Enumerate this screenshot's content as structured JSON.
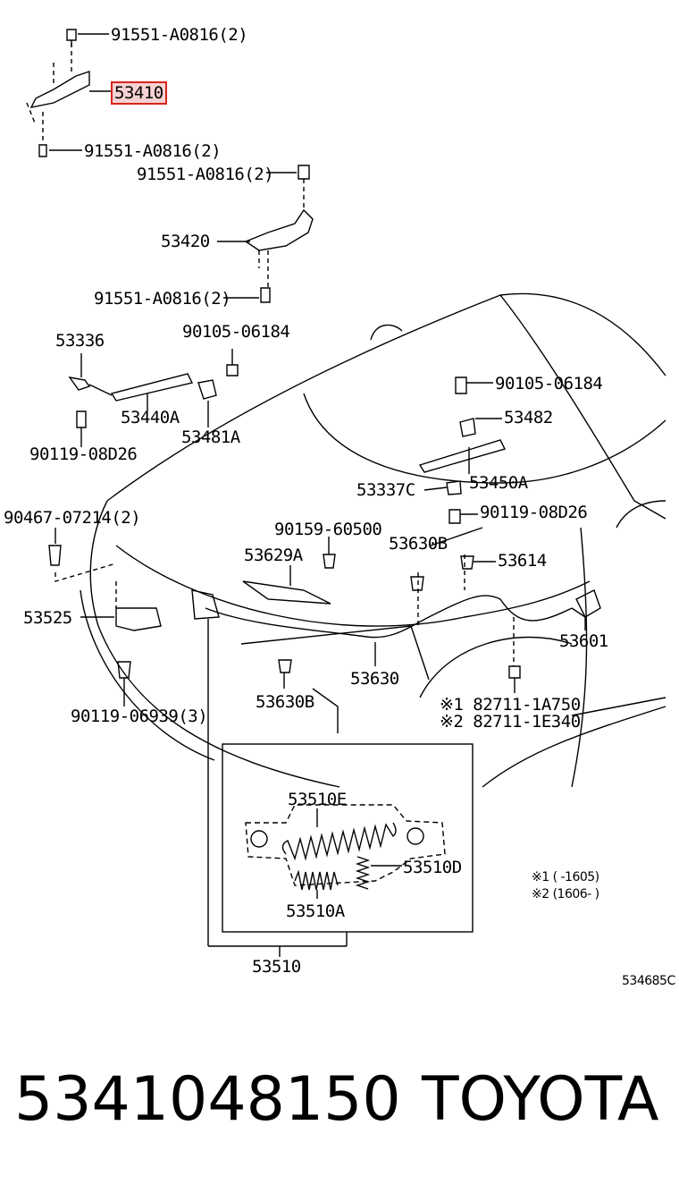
{
  "labels": {
    "bolt_top": "91551-A0816(2)",
    "part_53410": "53410",
    "bolt_left": "91551-A0816(2)",
    "bolt_mid": "91551-A0816(2)",
    "part_53420": "53420",
    "bolt_lower": "91551-A0816(2)",
    "part_53336": "53336",
    "part_90105_left": "90105-06184",
    "part_53440A": "53440A",
    "part_53481A": "53481A",
    "part_90119_left": "90119-08D26",
    "part_90105_right": "90105-06184",
    "part_53482": "53482",
    "part_53450A": "53450A",
    "part_53337C": "53337C",
    "part_90119_right": "90119-08D26",
    "part_90467": "90467-07214(2)",
    "part_90159": "90159-60500",
    "part_53630B_top": "53630B",
    "part_53629A": "53629A",
    "part_53614": "53614",
    "part_53525": "53525",
    "part_53601": "53601",
    "part_53630": "53630",
    "part_53630B_bottom": "53630B",
    "part_90119_06939": "90119-06939(3)",
    "part_82711_1": "※1 82711-1A750",
    "part_82711_2": "※2 82711-1E340",
    "part_53510E": "53510E",
    "part_53510D": "53510D",
    "part_53510A": "53510A",
    "part_53510": "53510",
    "note_1": "※1 (      -1605)",
    "note_2": "※2 (1606-      )",
    "figure_code": "534685C"
  },
  "footer": {
    "part_number": "5341048150",
    "brand": "TOYOTA"
  },
  "colors": {
    "highlight_border": "#d9241c",
    "highlight_fill": "#f6d2d2",
    "line": "#000000"
  }
}
